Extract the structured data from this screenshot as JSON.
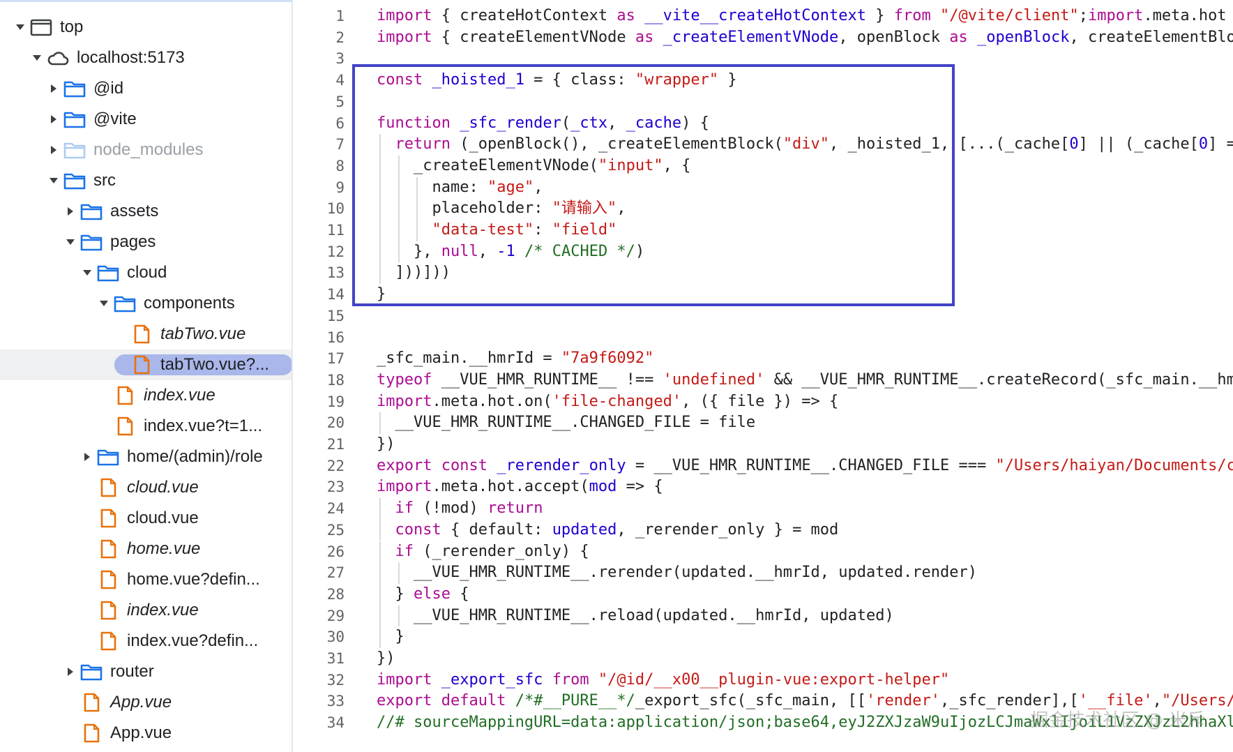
{
  "tree": [
    {
      "label": "top",
      "type": "frame",
      "depth": 0,
      "arrow": "down"
    },
    {
      "label": "localhost:5173",
      "type": "cloud",
      "depth": 1,
      "arrow": "down"
    },
    {
      "label": "@id",
      "type": "folder",
      "depth": 2,
      "arrow": "right"
    },
    {
      "label": "@vite",
      "type": "folder",
      "depth": 2,
      "arrow": "right"
    },
    {
      "label": "node_modules",
      "type": "folder-dim",
      "depth": 2,
      "arrow": "right"
    },
    {
      "label": "src",
      "type": "folder",
      "depth": 2,
      "arrow": "down"
    },
    {
      "label": "assets",
      "type": "folder",
      "depth": 3,
      "arrow": "right"
    },
    {
      "label": "pages",
      "type": "folder",
      "depth": 3,
      "arrow": "down"
    },
    {
      "label": "cloud",
      "type": "folder",
      "depth": 4,
      "arrow": "down"
    },
    {
      "label": "components",
      "type": "folder",
      "depth": 5,
      "arrow": "down"
    },
    {
      "label": "tabTwo.vue",
      "type": "file",
      "depth": 6,
      "italic": true
    },
    {
      "label": "tabTwo.vue?...",
      "type": "file",
      "depth": 6,
      "selected": true
    },
    {
      "label": "index.vue",
      "type": "file",
      "depth": 5,
      "italic": true
    },
    {
      "label": "index.vue?t=1...",
      "type": "file",
      "depth": 5
    },
    {
      "label": "home/(admin)/role",
      "type": "folder",
      "depth": 4,
      "arrow": "right"
    },
    {
      "label": "cloud.vue",
      "type": "file",
      "depth": 4,
      "italic": true
    },
    {
      "label": "cloud.vue",
      "type": "file",
      "depth": 4
    },
    {
      "label": "home.vue",
      "type": "file",
      "depth": 4,
      "italic": true
    },
    {
      "label": "home.vue?defin...",
      "type": "file",
      "depth": 4
    },
    {
      "label": "index.vue",
      "type": "file",
      "depth": 4,
      "italic": true
    },
    {
      "label": "index.vue?defin...",
      "type": "file",
      "depth": 4
    },
    {
      "label": "router",
      "type": "folder",
      "depth": 3,
      "arrow": "right"
    },
    {
      "label": "App.vue",
      "type": "file",
      "depth": 3,
      "italic": true
    },
    {
      "label": "App.vue",
      "type": "file",
      "depth": 3
    }
  ],
  "code": [
    {
      "n": "1",
      "indent": 0,
      "segs": [
        [
          "k",
          "import"
        ],
        [
          "p",
          " { createHotContext "
        ],
        [
          "k",
          "as"
        ],
        [
          "p",
          " "
        ],
        [
          "v",
          "__vite__createHotContext"
        ],
        [
          "p",
          " } "
        ],
        [
          "k",
          "from"
        ],
        [
          "p",
          " "
        ],
        [
          "s",
          "\"/@vite/client\""
        ],
        [
          "p",
          ";"
        ],
        [
          "k",
          "import"
        ],
        [
          "p",
          ".meta.hot"
        ]
      ]
    },
    {
      "n": "2",
      "indent": 0,
      "segs": [
        [
          "k",
          "import"
        ],
        [
          "p",
          " { createElementVNode "
        ],
        [
          "k",
          "as"
        ],
        [
          "p",
          " "
        ],
        [
          "v",
          "_createElementVNode"
        ],
        [
          "p",
          ", openBlock "
        ],
        [
          "k",
          "as"
        ],
        [
          "p",
          " "
        ],
        [
          "v",
          "_openBlock"
        ],
        [
          "p",
          ", createElementBlo"
        ]
      ]
    },
    {
      "n": "3",
      "indent": 0,
      "segs": []
    },
    {
      "n": "4",
      "indent": 0,
      "segs": [
        [
          "k",
          "const"
        ],
        [
          "p",
          " "
        ],
        [
          "v",
          "_hoisted_1"
        ],
        [
          "p",
          " = { class: "
        ],
        [
          "s",
          "\"wrapper\""
        ],
        [
          "p",
          " }"
        ]
      ]
    },
    {
      "n": "5",
      "indent": 0,
      "segs": []
    },
    {
      "n": "6",
      "indent": 0,
      "segs": [
        [
          "k",
          "function"
        ],
        [
          "p",
          " "
        ],
        [
          "v",
          "_sfc_render"
        ],
        [
          "p",
          "("
        ],
        [
          "v",
          "_ctx"
        ],
        [
          "p",
          ", "
        ],
        [
          "v",
          "_cache"
        ],
        [
          "p",
          ") {"
        ]
      ]
    },
    {
      "n": "7",
      "indent": 1,
      "segs": [
        [
          "k",
          "return"
        ],
        [
          "p",
          " (_openBlock(), _createElementBlock("
        ],
        [
          "s",
          "\"div\""
        ],
        [
          "p",
          ", _hoisted_1, [...(_cache["
        ],
        [
          "v",
          "0"
        ],
        [
          "p",
          "] || (_cache["
        ],
        [
          "v",
          "0"
        ],
        [
          "p",
          "] ="
        ]
      ]
    },
    {
      "n": "8",
      "indent": 2,
      "segs": [
        [
          "p",
          "_createElementVNode("
        ],
        [
          "s",
          "\"input\""
        ],
        [
          "p",
          ", {"
        ]
      ]
    },
    {
      "n": "9",
      "indent": 3,
      "segs": [
        [
          "p",
          "name: "
        ],
        [
          "s",
          "\"age\""
        ],
        [
          "p",
          ","
        ]
      ]
    },
    {
      "n": "10",
      "indent": 3,
      "segs": [
        [
          "p",
          "placeholder: "
        ],
        [
          "s",
          "\"请输入\""
        ],
        [
          "p",
          ","
        ]
      ]
    },
    {
      "n": "11",
      "indent": 3,
      "segs": [
        [
          "s",
          "\"data-test\""
        ],
        [
          "p",
          ": "
        ],
        [
          "s",
          "\"field\""
        ]
      ]
    },
    {
      "n": "12",
      "indent": 2,
      "segs": [
        [
          "p",
          "}, "
        ],
        [
          "k",
          "null"
        ],
        [
          "p",
          ", "
        ],
        [
          "v",
          "-1"
        ],
        [
          "p",
          " "
        ],
        [
          "c",
          "/* CACHED */"
        ],
        [
          "p",
          ")"
        ]
      ]
    },
    {
      "n": "13",
      "indent": 1,
      "segs": [
        [
          "p",
          "]))]))"
        ]
      ]
    },
    {
      "n": "14",
      "indent": 0,
      "segs": [
        [
          "p",
          "}"
        ]
      ]
    },
    {
      "n": "15",
      "indent": 0,
      "segs": []
    },
    {
      "n": "16",
      "indent": 0,
      "segs": []
    },
    {
      "n": "17",
      "indent": 0,
      "segs": [
        [
          "p",
          "_sfc_main.__hmrId = "
        ],
        [
          "s",
          "\"7a9f6092\""
        ]
      ]
    },
    {
      "n": "18",
      "indent": 0,
      "segs": [
        [
          "k",
          "typeof"
        ],
        [
          "p",
          " __VUE_HMR_RUNTIME__ !== "
        ],
        [
          "s",
          "'undefined'"
        ],
        [
          "p",
          " && __VUE_HMR_RUNTIME__.createRecord(_sfc_main.__hm"
        ]
      ]
    },
    {
      "n": "19",
      "indent": 0,
      "segs": [
        [
          "k",
          "import"
        ],
        [
          "p",
          ".meta.hot.on("
        ],
        [
          "s",
          "'file-changed'"
        ],
        [
          "p",
          ", ({ file }) => {"
        ]
      ]
    },
    {
      "n": "20",
      "indent": 1,
      "segs": [
        [
          "p",
          "__VUE_HMR_RUNTIME__.CHANGED_FILE = file"
        ]
      ]
    },
    {
      "n": "21",
      "indent": 0,
      "segs": [
        [
          "p",
          "})"
        ]
      ]
    },
    {
      "n": "22",
      "indent": 0,
      "segs": [
        [
          "k",
          "export"
        ],
        [
          "p",
          " "
        ],
        [
          "k",
          "const"
        ],
        [
          "p",
          " "
        ],
        [
          "v",
          "_rerender_only"
        ],
        [
          "p",
          " = __VUE_HMR_RUNTIME__.CHANGED_FILE === "
        ],
        [
          "s",
          "\"/Users/haiyan/Documents/c"
        ]
      ]
    },
    {
      "n": "23",
      "indent": 0,
      "segs": [
        [
          "k",
          "import"
        ],
        [
          "p",
          ".meta.hot.accept("
        ],
        [
          "v",
          "mod"
        ],
        [
          "p",
          " => {"
        ]
      ]
    },
    {
      "n": "24",
      "indent": 1,
      "segs": [
        [
          "k",
          "if"
        ],
        [
          "p",
          " (!mod) "
        ],
        [
          "k",
          "return"
        ]
      ]
    },
    {
      "n": "25",
      "indent": 1,
      "segs": [
        [
          "k",
          "const"
        ],
        [
          "p",
          " { default: "
        ],
        [
          "v",
          "updated"
        ],
        [
          "p",
          ", _rerender_only } = mod"
        ]
      ]
    },
    {
      "n": "26",
      "indent": 1,
      "segs": [
        [
          "k",
          "if"
        ],
        [
          "p",
          " (_rerender_only) {"
        ]
      ]
    },
    {
      "n": "27",
      "indent": 2,
      "segs": [
        [
          "p",
          "__VUE_HMR_RUNTIME__.rerender(updated.__hmrId, updated.render)"
        ]
      ]
    },
    {
      "n": "28",
      "indent": 1,
      "segs": [
        [
          "p",
          "} "
        ],
        [
          "k",
          "else"
        ],
        [
          "p",
          " {"
        ]
      ]
    },
    {
      "n": "29",
      "indent": 2,
      "segs": [
        [
          "p",
          "__VUE_HMR_RUNTIME__.reload(updated.__hmrId, updated)"
        ]
      ]
    },
    {
      "n": "30",
      "indent": 1,
      "segs": [
        [
          "p",
          "}"
        ]
      ]
    },
    {
      "n": "31",
      "indent": 0,
      "segs": [
        [
          "p",
          "})"
        ]
      ]
    },
    {
      "n": "32",
      "indent": 0,
      "segs": [
        [
          "k",
          "import"
        ],
        [
          "p",
          " "
        ],
        [
          "v",
          "_export_sfc"
        ],
        [
          "p",
          " "
        ],
        [
          "k",
          "from"
        ],
        [
          "p",
          " "
        ],
        [
          "s",
          "\"/@id/__x00__plugin-vue:export-helper\""
        ]
      ]
    },
    {
      "n": "33",
      "indent": 0,
      "segs": [
        [
          "k",
          "export"
        ],
        [
          "p",
          " "
        ],
        [
          "k",
          "default"
        ],
        [
          "p",
          " "
        ],
        [
          "c",
          "/*#__PURE__*/"
        ],
        [
          "p",
          "_export_sfc(_sfc_main, [["
        ],
        [
          "s",
          "'render'"
        ],
        [
          "p",
          ",_sfc_render],["
        ],
        [
          "s",
          "'__file'"
        ],
        [
          "p",
          ","
        ],
        [
          "s",
          "\"/Users/"
        ]
      ]
    },
    {
      "n": "34",
      "indent": 0,
      "segs": [
        [
          "c",
          "//# sourceMappingURL=data:application/json;base64,eyJ2ZXJzaW9uIjozLCJmaWxlIjoiL1VzZXJzL2hhaXl"
        ]
      ]
    }
  ],
  "watermark": "掘金技术社区 @ 米斥",
  "colors": {
    "keyword": "#aa0d91",
    "string": "#c41a16",
    "value": "#1c00cf",
    "comment": "#236e25",
    "folder": "#1a73e8",
    "file": "#e8710a",
    "highlight": "#4343c7",
    "selection": "#a9b7ea"
  }
}
